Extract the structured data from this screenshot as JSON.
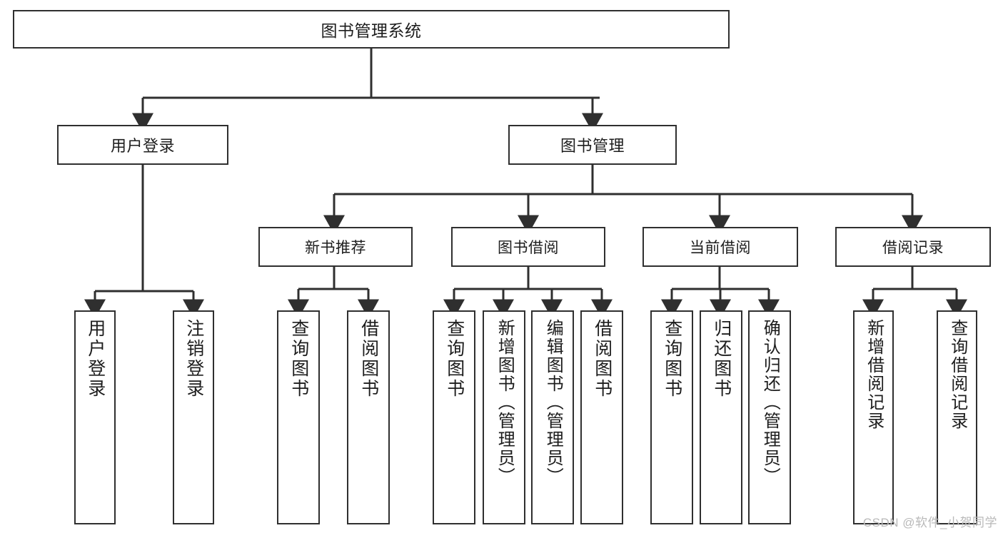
{
  "diagram": {
    "title": "图书管理系统",
    "type": "hierarchy-tree",
    "root": {
      "label": "图书管理系统"
    },
    "level2": [
      {
        "label": "用户登录"
      },
      {
        "label": "图书管理"
      }
    ],
    "level3": [
      {
        "label": "新书推荐"
      },
      {
        "label": "图书借阅"
      },
      {
        "label": "当前借阅"
      },
      {
        "label": "借阅记录"
      }
    ],
    "leaves": {
      "user_login": [
        {
          "label": "用户登录"
        },
        {
          "label": "注销登录"
        }
      ],
      "new_book_recommend": [
        {
          "label": "查询图书"
        },
        {
          "label": "借阅图书"
        }
      ],
      "book_borrow": [
        {
          "label": "查询图书"
        },
        {
          "label": "新增图书（管理员）"
        },
        {
          "label": "编辑图书（管理员）"
        },
        {
          "label": "借阅图书"
        }
      ],
      "current_borrow": [
        {
          "label": "查询图书"
        },
        {
          "label": "归还图书"
        },
        {
          "label": "确认归还（管理员）"
        }
      ],
      "borrow_record": [
        {
          "label": "新增借阅记录"
        },
        {
          "label": "查询借阅记录"
        }
      ]
    }
  },
  "watermark": {
    "text": "CSDN @软件_小贺同学"
  },
  "colors": {
    "border": "#2f2f2f",
    "background": "#ffffff",
    "text": "#1d1d1d",
    "watermark": "#b9b9b9"
  }
}
